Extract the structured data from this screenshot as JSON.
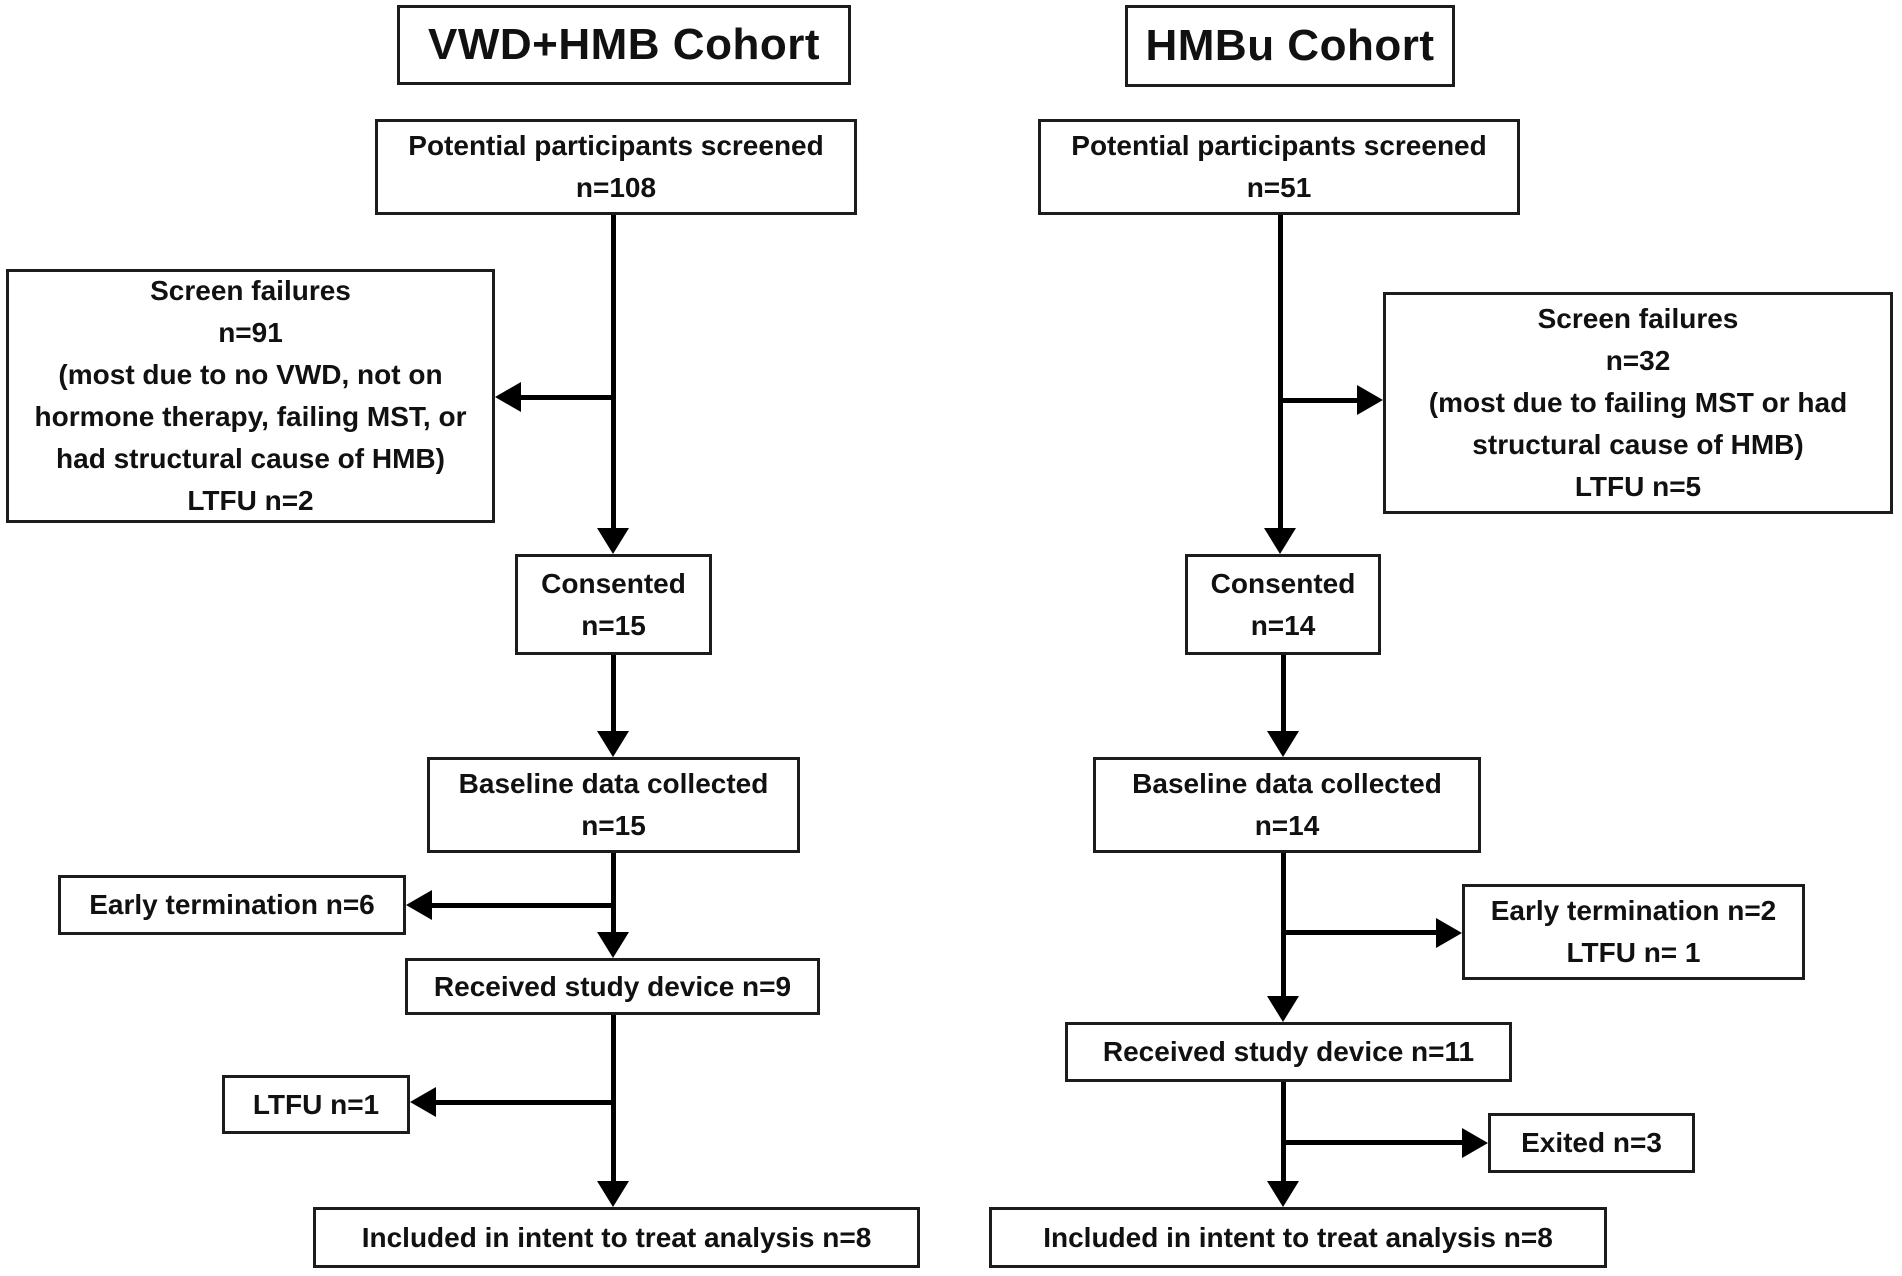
{
  "figure": {
    "background": "#ffffff",
    "line_color": "#000000",
    "border_color": "#1c1c1c",
    "text_color": "#111111"
  },
  "left_cohort": {
    "title": "VWD+HMB Cohort",
    "screened": {
      "lines": [
        "Potential participants screened",
        "n=108"
      ]
    },
    "screen_failures": {
      "lines": [
        "Screen failures",
        "n=91",
        "(most due to no VWD, not on",
        "hormone therapy, failing MST, or",
        "had structural cause of HMB)",
        "LTFU n=2"
      ]
    },
    "consented": {
      "lines": [
        "Consented",
        "n=15"
      ]
    },
    "baseline": {
      "lines": [
        "Baseline data collected",
        "n=15"
      ]
    },
    "early_termination": {
      "lines": [
        "Early termination n=6"
      ]
    },
    "received_device": {
      "lines": [
        "Received study device n=9"
      ]
    },
    "ltfu": {
      "lines": [
        "LTFU n=1"
      ]
    },
    "included": {
      "lines": [
        "Included in intent to treat analysis n=8"
      ]
    }
  },
  "right_cohort": {
    "title": "HMBu Cohort",
    "screened": {
      "lines": [
        "Potential participants screened",
        "n=51"
      ]
    },
    "screen_failures": {
      "lines": [
        "Screen failures",
        "n=32",
        "(most due to failing MST or had",
        "structural cause of HMB)",
        "LTFU n=5"
      ]
    },
    "consented": {
      "lines": [
        "Consented",
        "n=14"
      ]
    },
    "baseline": {
      "lines": [
        "Baseline data collected",
        "n=14"
      ]
    },
    "early_termination": {
      "lines": [
        "Early termination n=2",
        "LTFU n= 1"
      ]
    },
    "received_device": {
      "lines": [
        "Received study device n=11"
      ]
    },
    "exited": {
      "lines": [
        "Exited n=3"
      ]
    },
    "included": {
      "lines": [
        "Included in intent to treat analysis n=8"
      ]
    }
  }
}
